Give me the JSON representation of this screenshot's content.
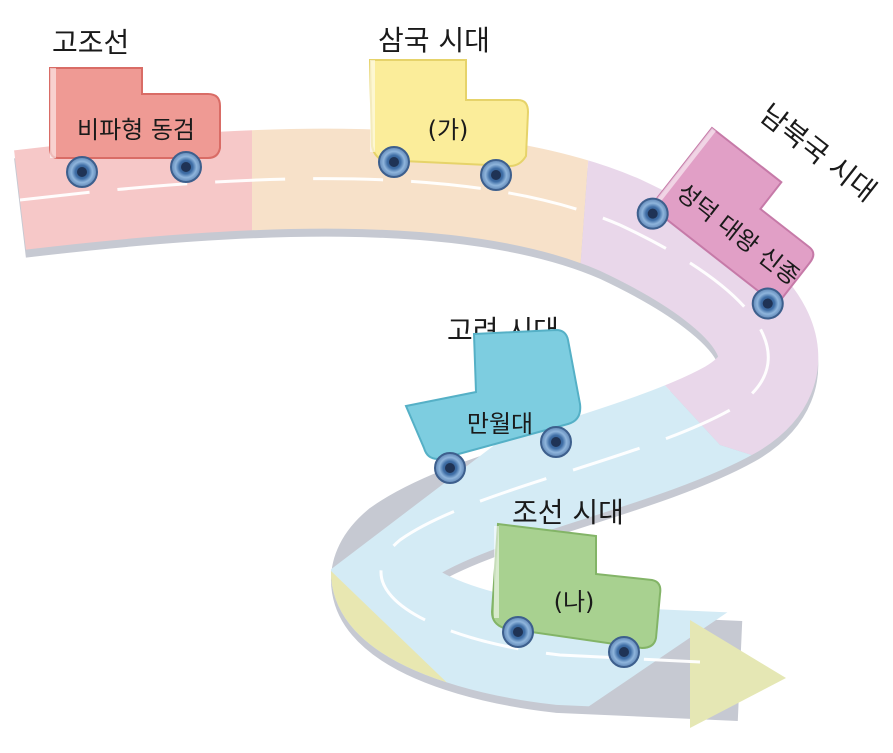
{
  "eras": [
    {
      "era": "고조선",
      "cart": "비파형 동검",
      "color": "#ef9a94",
      "dark": "#d96c66"
    },
    {
      "era": "삼국 시대",
      "cart": "(가)",
      "color": "#fbed9a",
      "dark": "#e6d36a"
    },
    {
      "era": "남북국 시대",
      "cart": "성덕 대왕 신종",
      "color": "#e19fc6",
      "dark": "#c67aa8"
    },
    {
      "era": "고려 시대",
      "cart": "만월대",
      "color": "#7dcde0",
      "dark": "#55b0c6"
    },
    {
      "era": "조선 시대",
      "cart": "(나)",
      "color": "#a8d190",
      "dark": "#83b467"
    }
  ],
  "road_colors": {
    "gojoseon": "#f6c8c8",
    "samguk": "#f7e1c9",
    "nambuk": "#e9d7ea",
    "goryeo": "#d4ebf5",
    "joseon": "#e8e7b1",
    "arrow": "#e5e7b4",
    "edge": "#c6c9d2"
  }
}
